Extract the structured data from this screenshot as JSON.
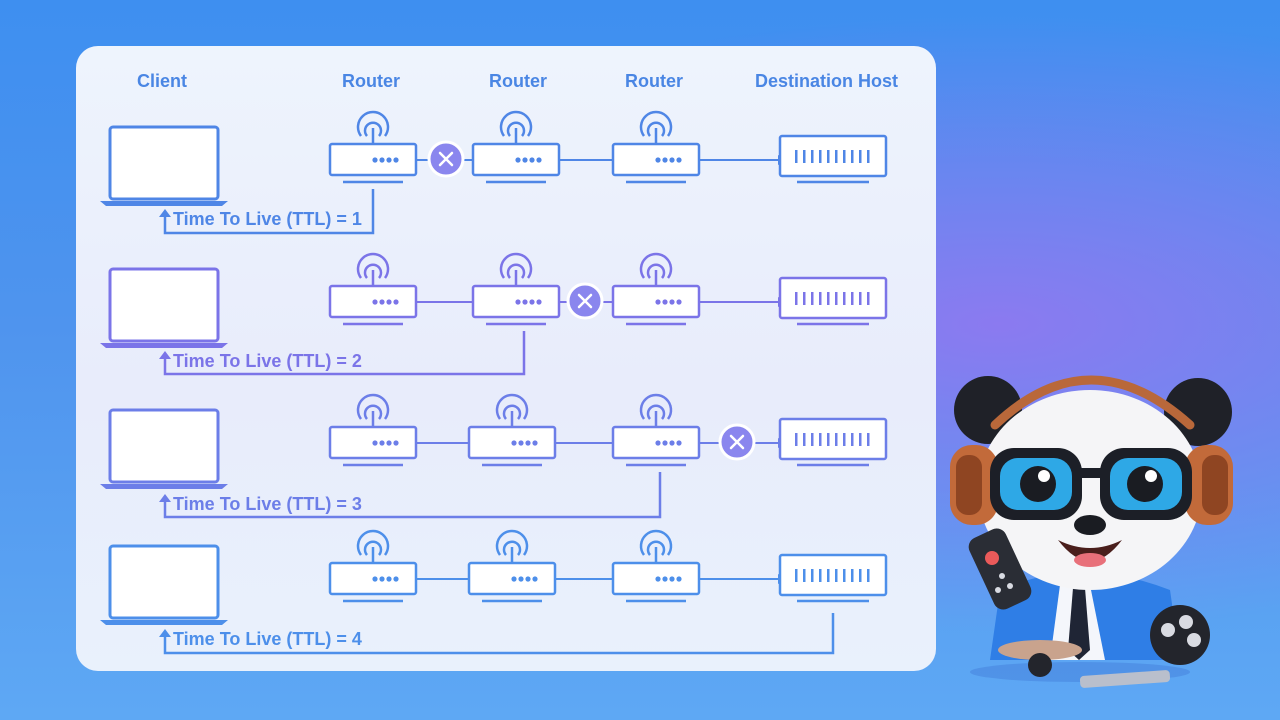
{
  "headers": {
    "client": "Client",
    "router1": "Router",
    "router2": "Router",
    "router3": "Router",
    "destination": "Destination Host"
  },
  "rows": [
    {
      "ttl_label": "Time To Live (TTL) = 1",
      "expires_after_router": 1,
      "color": "#4f86e6"
    },
    {
      "ttl_label": "Time To Live (TTL) = 2",
      "expires_after_router": 2,
      "color": "#7b74e8"
    },
    {
      "ttl_label": "Time To Live (TTL) = 3",
      "expires_after_router": 3,
      "color": "#6c7ee8"
    },
    {
      "ttl_label": "Time To Live (TTL) = 4",
      "expires_after_router": null,
      "color": "#4d8fea"
    }
  ],
  "colors": {
    "header_text": "#4a86e4",
    "fail_badge": "#8a86ee",
    "panel": "#eef3fd"
  },
  "icons": [
    "laptop-icon",
    "router-icon",
    "wifi-antenna-icon",
    "server-icon",
    "close-icon",
    "arrow-up-icon"
  ]
}
